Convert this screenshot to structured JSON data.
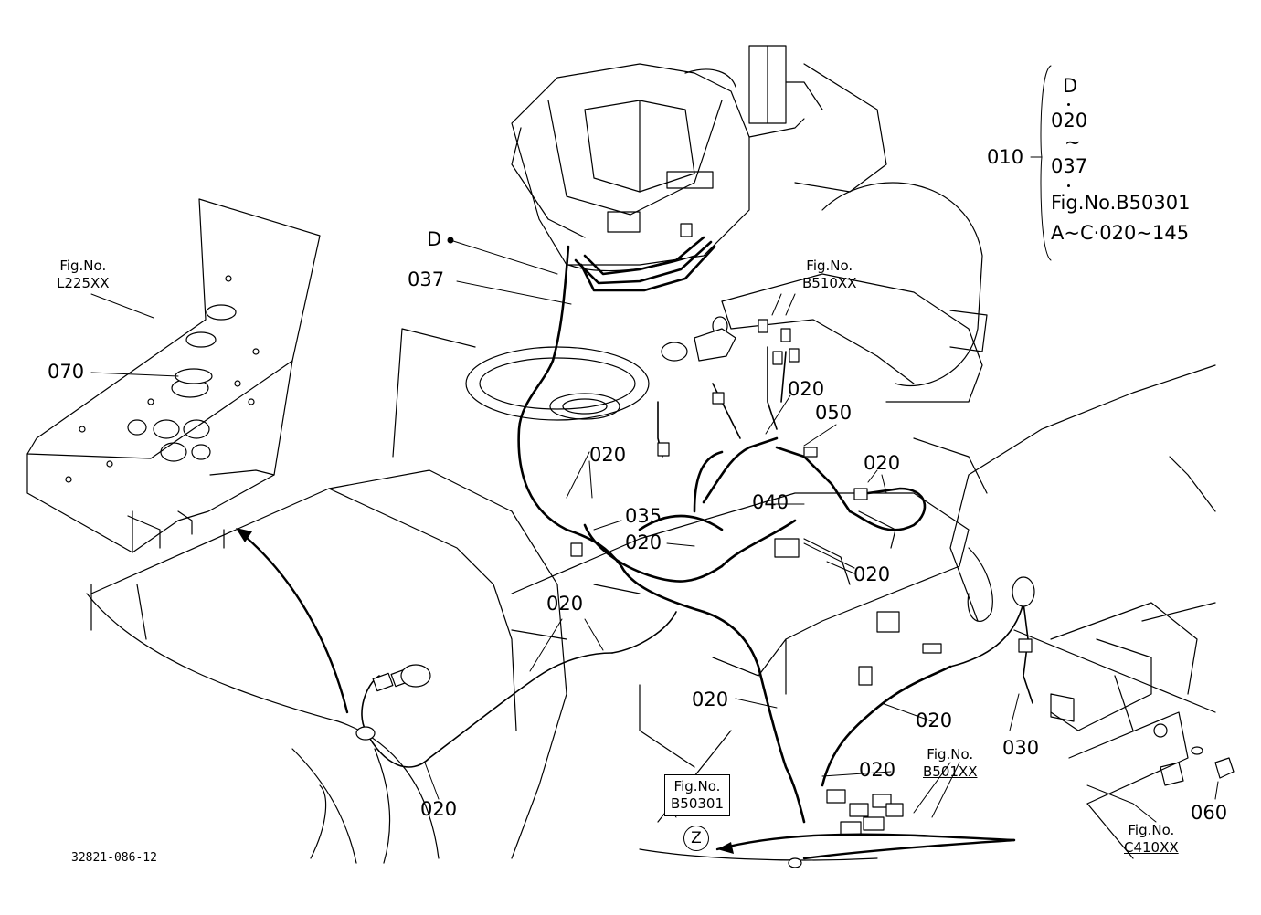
{
  "part_labels": {
    "p010": "010",
    "p020": "020",
    "p030": "030",
    "p035": "035",
    "p037": "037",
    "p040": "040",
    "p050": "050",
    "p060": "060",
    "p070": "070"
  },
  "detail_marker": "D",
  "fig_refs": {
    "fig_prefix": "Fig.No.",
    "l225": "L225XX",
    "b510": "B510XX",
    "b50301": "B50301",
    "b501": "B501XX",
    "c410": "C410XX"
  },
  "z_marker": "Z",
  "note_010": {
    "line1": "D",
    "line2": "020",
    "line3": "~",
    "line4": "037",
    "line5": "Fig.No.B50301",
    "line6": "A~C·020~145"
  },
  "drawing_code": "32821-086-12"
}
